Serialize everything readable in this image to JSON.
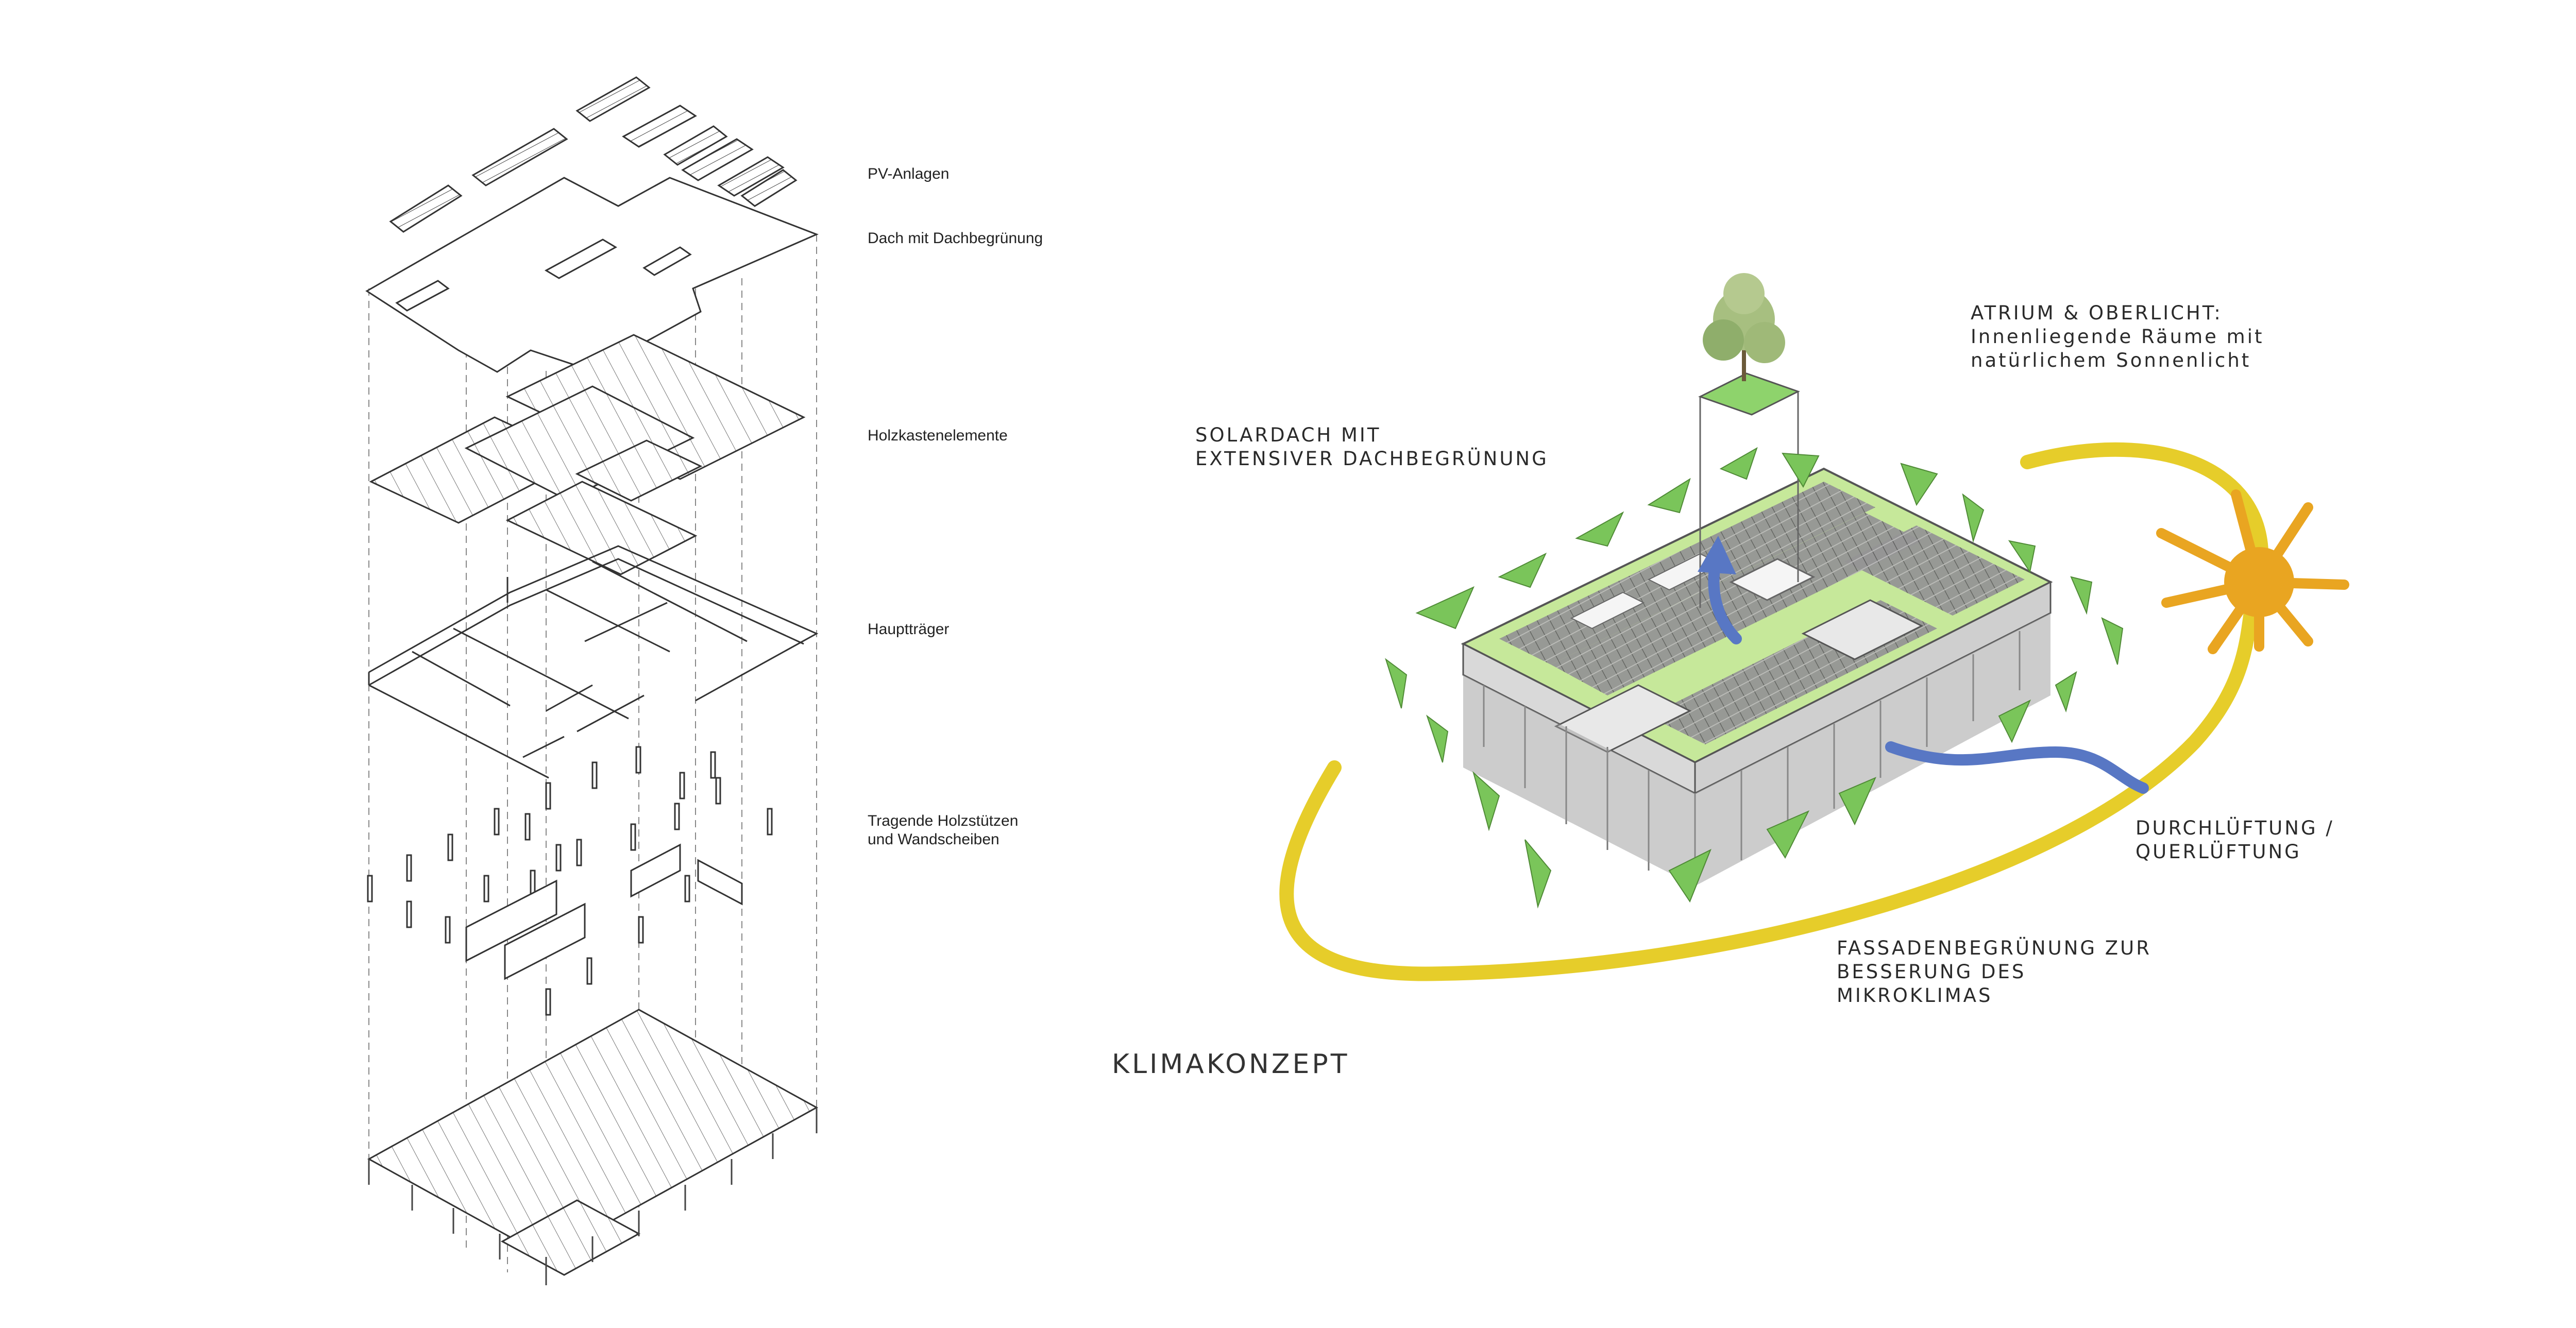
{
  "exploded_axonometry": {
    "labels": {
      "pv": "PV-Anlagen",
      "roof": "Dach mit Dachbegrünung",
      "box": "Holzkastenelemente",
      "beams": "Hauptträger",
      "columns": "Tragende Holzstützen\nund Wandscheiben"
    }
  },
  "climate_concept": {
    "title": "KLIMAKONZEPT",
    "labels": {
      "solar": "SOLARDACH MIT\nEXTENSIVER DACHBEGRÜNUNG",
      "atrium": "ATRIUM & OBERLICHT:\nInnenliegende Räume mit\nnatürlichem Sonnenlicht",
      "ventilation": "DURCHLÜFTUNG /\nQUERLÜFTUNG",
      "facade": "FASSADENBEGRÜNUNG ZUR\nBESSERUNG DES\nMIKROKLIMAS"
    },
    "colors": {
      "sun": "#e9a521",
      "sun_path": "#e6cd2a",
      "airflow": "#5877c4",
      "greenery": "#7ac55a",
      "green_roof": "#c6e89a",
      "solar_panels": "#8d8d8d"
    }
  }
}
